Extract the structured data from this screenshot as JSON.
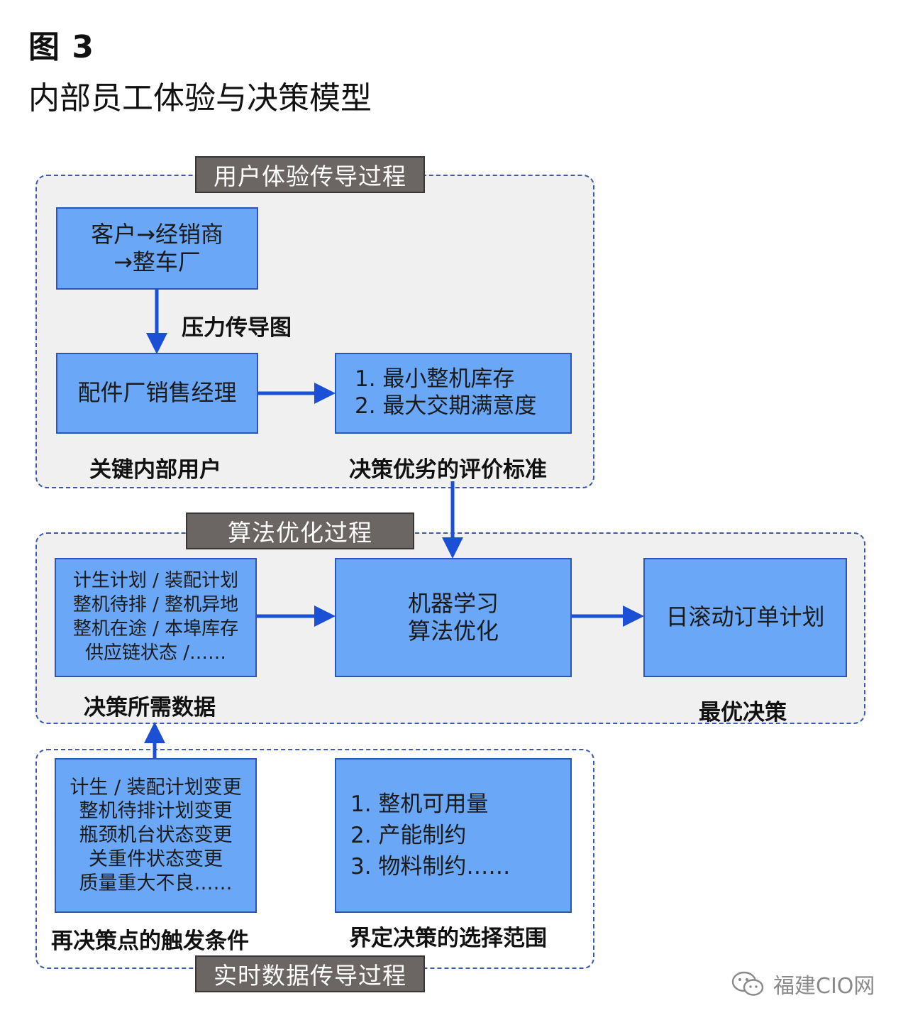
{
  "figure": {
    "label": "图 3",
    "title": "内部员工体验与决策模型"
  },
  "sections": {
    "user_experience": "用户体验传导过程",
    "algorithm": "算法优化过程",
    "realtime": "实时数据传导过程"
  },
  "boxes": {
    "customer_chain": [
      "客户→经销商",
      "→整车厂"
    ],
    "sales_manager": [
      "配件厂销售经理"
    ],
    "evaluation_criteria": [
      "1.   最小整机库存",
      "2.   最大交期满意度"
    ],
    "decision_data": [
      "计生计划 / 装配计划",
      "整机待排 / 整机异地",
      "整机在途 / 本埠库存",
      "供应链状态 /……"
    ],
    "machine_learning": [
      "机器学习",
      "算法优化"
    ],
    "daily_plan": [
      "日滚动订单计划"
    ],
    "trigger_conditions": [
      "计生 / 装配计划变更",
      "整机待排计划变更",
      "瓶颈机台状态变更",
      "关重件状态变更",
      "质量重大不良……"
    ],
    "selection_scope": [
      "1.   整机可用量",
      "2.   产能制约",
      "3.   物料制约……"
    ]
  },
  "captions": {
    "pressure_map": "压力传导图",
    "key_internal_user": "关键内部用户",
    "evaluation_standard": "决策优劣的评价标准",
    "required_data": "决策所需数据",
    "optimal_decision": "最优决策",
    "trigger": "再决策点的触发条件",
    "scope": "界定决策的选择范围"
  },
  "watermark": {
    "text": "福建CIO网",
    "icon": "wechat-icon"
  },
  "colors": {
    "box_fill": "#6aa7f7",
    "box_border": "#2a56b8",
    "arrow": "#1a4fd6",
    "tag_fill": "#6b6564",
    "group_border": "#3b5ba8"
  }
}
